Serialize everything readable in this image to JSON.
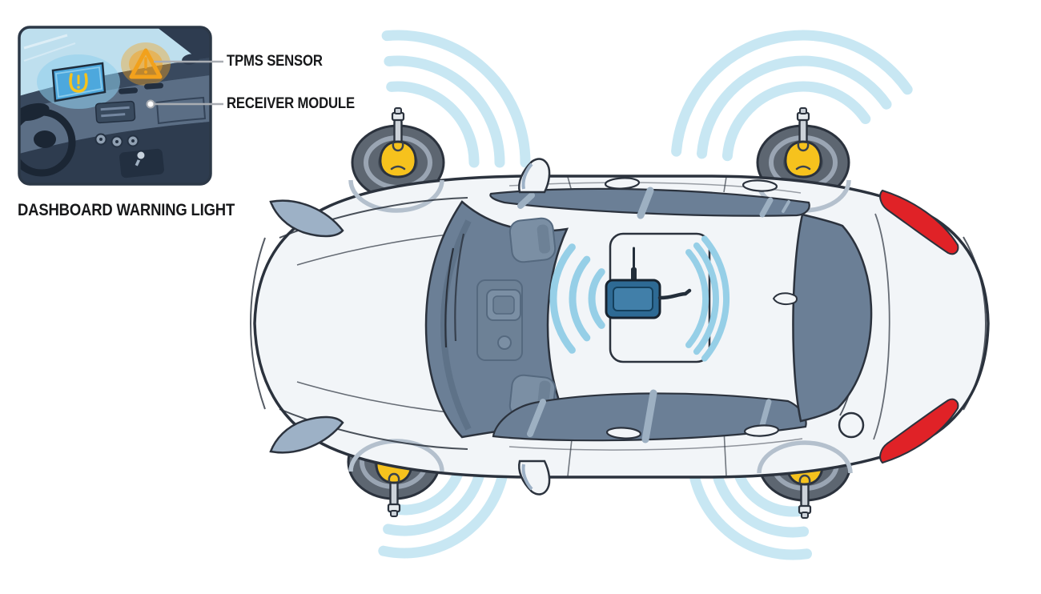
{
  "labels": {
    "tpms_sensor": "TPMS SENSOR",
    "receiver_module": "RECEIVER MODULE",
    "dashboard_warning_light": "DASHBOARD WARNING LIGHT"
  },
  "icons": {
    "tpms_warning_symbol": "tpms-horseshoe-exclamation",
    "hazard_symbol": "warning-triangle-exclamation",
    "radio_waves": "three-concentric-arcs"
  },
  "components": {
    "wheel_sensor_positions": [
      "front-top",
      "rear-top",
      "front-bottom",
      "rear-bottom"
    ],
    "waves_per_sensor": 3,
    "receiver_has_antenna": true
  },
  "colors": {
    "background": "#ffffff",
    "outline": "#2b323d",
    "body": "#f2f5f8",
    "glass": "#6b7f96",
    "glass_dark": "#55697f",
    "interior_light": "#7b8fa4",
    "interior_mid": "#6d8196",
    "pillar": "#9db0c2",
    "arch": "#b4c0cd",
    "tire": "#5d6671",
    "rim": "#9aa5b3",
    "hub": "#717c8b",
    "sensor_yellow": "#f6c21d",
    "valve": "#ccd2d9",
    "valve_cap": "#e6eaee",
    "wave_pale": "#c8e7f3",
    "wave_mid": "#96cfe7",
    "module_blue": "#2e6a94",
    "module_blue_light": "#417fa9",
    "module_dark": "#232e3a",
    "headlight": "#9db1c6",
    "taillight_red": "#e02227",
    "sky": "#bedfee",
    "dash": "#46586f",
    "dash_top": "#39495e",
    "dash_face": "#5b6e85",
    "dash_low": "#2e3c4f",
    "dash_deep": "#1b2634",
    "screen": "#4da8dd",
    "screen_glow": "#8ecdec",
    "warn_orange": "#f2a11c",
    "warn_glow": "#f6a21b",
    "leader": "#a9adb3",
    "label_text": "#17181a"
  }
}
